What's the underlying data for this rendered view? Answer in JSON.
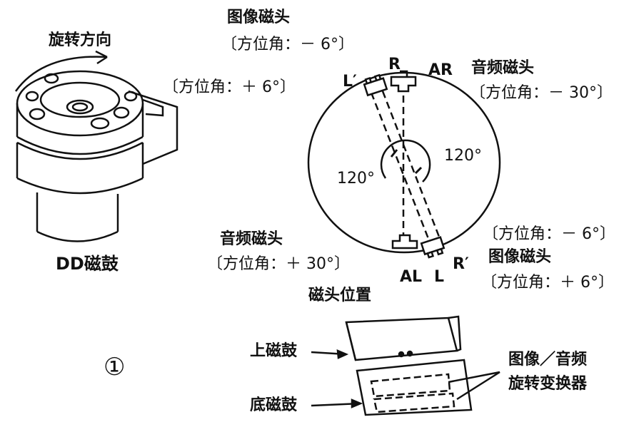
{
  "drum": {
    "rotation_label": "旋转方向",
    "name": "DD磁鼓"
  },
  "head_diagram": {
    "title": "磁头位置",
    "video_head_top": "图像磁头",
    "video_head_top_angle": "〔方位角：－ 6°〕",
    "video_head_left_angle": "〔方位角：＋ 6°〕",
    "audio_head_top": "音频磁头",
    "audio_head_top_angle": "〔方位角：－ 30°〕",
    "audio_head_bottom": "音频磁头",
    "audio_head_bottom_angle": "〔方位角：＋ 30°〕",
    "right_angle_1": "〔方位角：－ 6°〕",
    "video_head_bottom": "图像磁头",
    "right_angle_2": "〔方位角：＋ 6°〕",
    "angle_right": "120°",
    "angle_left": "120°",
    "head_labels": {
      "l_prime": "L′",
      "r_top": "R",
      "ar": "AR",
      "al": "AL",
      "l_bottom": "L",
      "r_prime": "R′"
    }
  },
  "transformer": {
    "upper": "上磁鼓",
    "lower": "底磁鼓",
    "name_line1": "图像／音频",
    "name_line2": "旋转变换器"
  },
  "figure_number": "①"
}
